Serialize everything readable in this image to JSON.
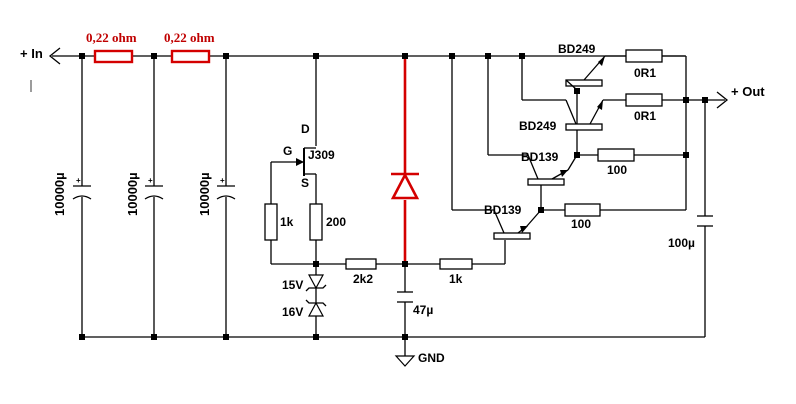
{
  "labels": {
    "in": "+ In",
    "out": "+ Out",
    "gnd": "GND",
    "r_in_1": "0,22 ohm",
    "r_in_2": "0,22 ohm",
    "cap_1": "10000µ",
    "cap_2": "10000µ",
    "cap_3": "10000µ",
    "jfet": "J309",
    "jfet_d": "D",
    "jfet_g": "G",
    "jfet_s": "S",
    "r_1k_gate": "1k",
    "r_200": "200",
    "z_15v": "15V",
    "z_16v": "16V",
    "r_2k2": "2k2",
    "cap_47": "47µ",
    "r_1k_base": "1k",
    "bd139_lower": "BD139",
    "bd139_upper": "BD139",
    "bd249_top": "BD249",
    "bd249_mid": "BD249",
    "r_0r1_top": "0R1",
    "r_0r1_mid": "0R1",
    "r_100_upper": "100",
    "r_100_lower": "100",
    "cap_100": "100µ"
  },
  "colors": {
    "wire": "#000000",
    "highlight": "#d40000",
    "highlight_text": "#c00000",
    "background": "#ffffff"
  }
}
